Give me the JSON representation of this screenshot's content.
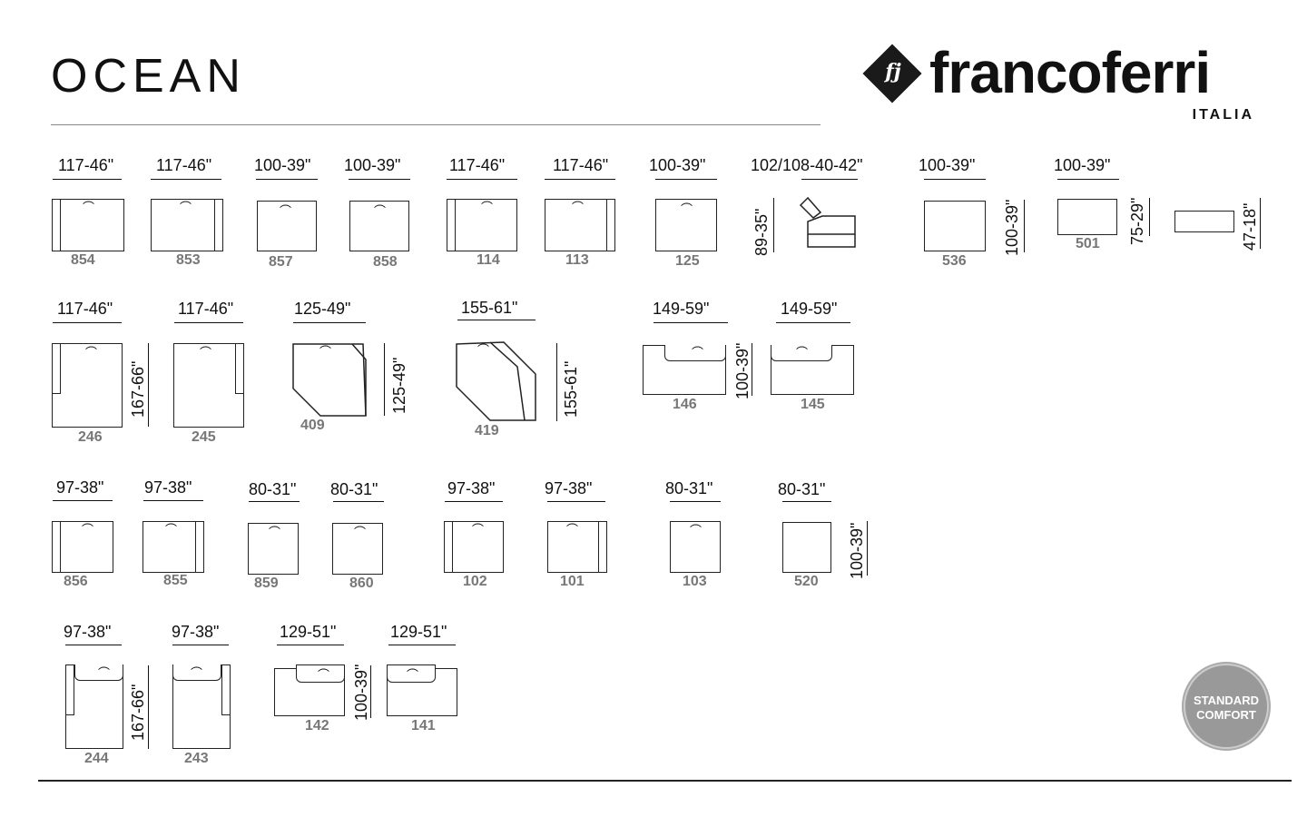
{
  "title": "OCEAN",
  "logo": {
    "brand": "francoferri",
    "sub": "ITALIA",
    "mark": "fj"
  },
  "badge": {
    "line1": "STANDARD",
    "line2": "COMFORT"
  },
  "row1": {
    "items": [
      {
        "w": "117-46\"",
        "code": "854"
      },
      {
        "w": "117-46\"",
        "code": "853"
      },
      {
        "w": "100-39\"",
        "code": "857"
      },
      {
        "w": "100-39\"",
        "code": "858"
      },
      {
        "w": "117-46\"",
        "code": "114"
      },
      {
        "w": "117-46\"",
        "code": "113"
      },
      {
        "w": "100-39\"",
        "code": "125"
      },
      {
        "w": "102/108-40-42\"",
        "code": ""
      },
      {
        "w": "100-39\"",
        "code": "536"
      },
      {
        "w": "100-39\"",
        "code": "501"
      }
    ],
    "heights": [
      "89-35\"",
      "100-39\"",
      "75-29\"",
      "47-18\""
    ]
  },
  "row2": {
    "items": [
      {
        "w": "117-46\"",
        "code": "246"
      },
      {
        "w": "117-46\"",
        "code": "245"
      },
      {
        "w": "125-49\"",
        "code": "409"
      },
      {
        "w": "155-61\"",
        "code": "419"
      },
      {
        "w": "149-59\"",
        "code": "146"
      },
      {
        "w": "149-59\"",
        "code": "145"
      }
    ],
    "heights": [
      "167-66\"",
      "125-49\"",
      "155-61\"",
      "100-39\""
    ]
  },
  "row3": {
    "items": [
      {
        "w": "97-38\"",
        "code": "856"
      },
      {
        "w": "97-38\"",
        "code": "855"
      },
      {
        "w": "80-31\"",
        "code": "859"
      },
      {
        "w": "80-31\"",
        "code": "860"
      },
      {
        "w": "97-38\"",
        "code": "102"
      },
      {
        "w": "97-38\"",
        "code": "101"
      },
      {
        "w": "80-31\"",
        "code": "103"
      },
      {
        "w": "80-31\"",
        "code": "520"
      }
    ],
    "heights": [
      "100-39\""
    ]
  },
  "row4": {
    "items": [
      {
        "w": "97-38\"",
        "code": "244"
      },
      {
        "w": "97-38\"",
        "code": "243"
      },
      {
        "w": "129-51\"",
        "code": "142"
      },
      {
        "w": "129-51\"",
        "code": "141"
      }
    ],
    "heights": [
      "167-66\"",
      "100-39\""
    ]
  }
}
